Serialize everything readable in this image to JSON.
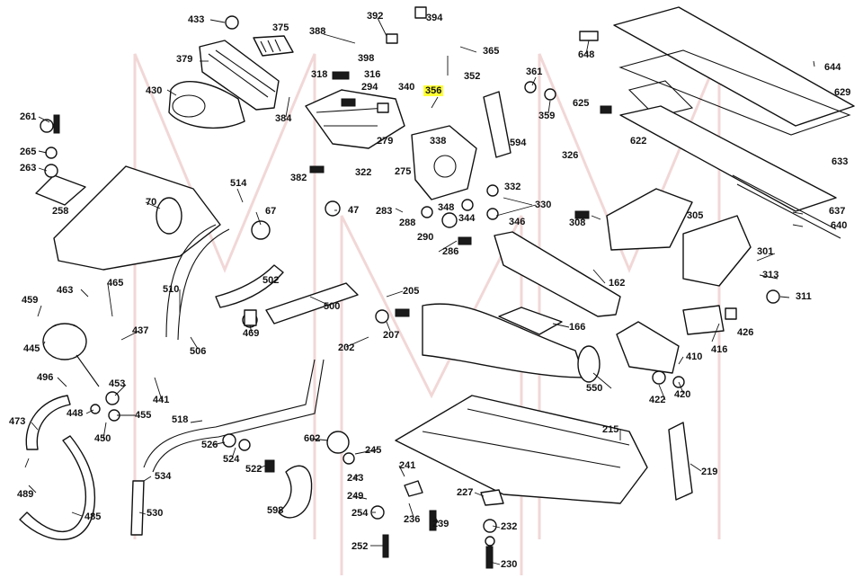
{
  "diagram": {
    "highlight_color": "#ffff33",
    "highlighted_part": "356",
    "callouts": [
      "433",
      "375",
      "392",
      "394",
      "388",
      "365",
      "648",
      "379",
      "398",
      "318",
      "316",
      "352",
      "361",
      "644",
      "430",
      "294",
      "340",
      "356",
      "629",
      "384",
      "625",
      "359",
      "261",
      "279",
      "338",
      "594",
      "622",
      "265",
      "322",
      "326",
      "263",
      "382",
      "275",
      "633",
      "332",
      "514",
      "330",
      "70",
      "67",
      "47",
      "283",
      "348",
      "344",
      "346",
      "308",
      "305",
      "637",
      "258",
      "290",
      "288",
      "286",
      "640",
      "301",
      "502",
      "313",
      "510",
      "205",
      "162",
      "459",
      "463",
      "465",
      "311",
      "500",
      "166",
      "202",
      "207",
      "437",
      "426",
      "445",
      "469",
      "416",
      "506",
      "410",
      "441",
      "453",
      "550",
      "422",
      "420",
      "496",
      "448",
      "455",
      "473",
      "450",
      "518",
      "215",
      "602",
      "245",
      "526",
      "524",
      "522",
      "489",
      "534",
      "243",
      "241",
      "219",
      "249",
      "227",
      "598",
      "254",
      "236",
      "239",
      "232",
      "530",
      "485",
      "252",
      "230"
    ]
  }
}
